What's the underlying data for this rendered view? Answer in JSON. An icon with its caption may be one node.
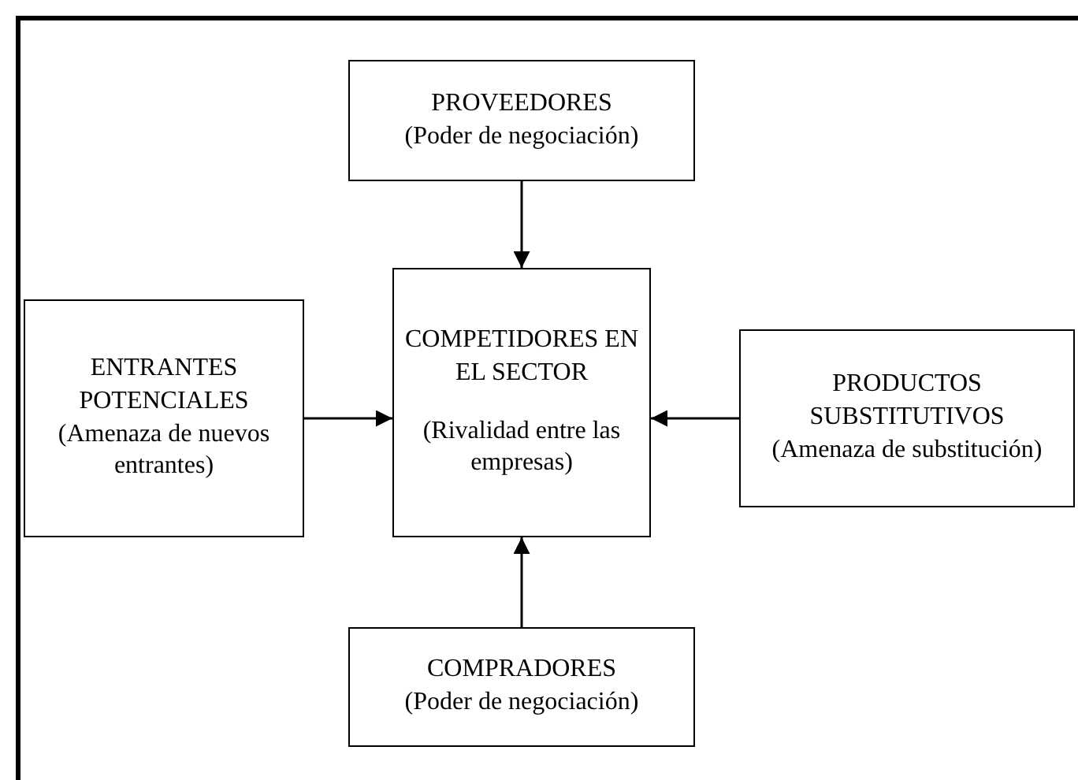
{
  "diagram": {
    "nodes": [
      {
        "text": [
          "PROVEEDORES",
          "(Poder de negociación)"
        ]
      },
      {
        "text": [
          "ENTRANTES POTENCIALES",
          "(Amenaza de nuevos entrantes)"
        ]
      },
      {
        "text": [
          "COMPETIDORES EN EL SECTOR",
          "(Rivalidad entre las empresas)"
        ]
      },
      {
        "text": [
          "PRODUCTOS SUBSTITUTIVOS",
          "(Amenaza de substitución)"
        ]
      },
      {
        "text": [
          "COMPRADORES",
          "(Poder de negociación)"
        ]
      }
    ],
    "edges": [
      {
        "from": 0,
        "to": 2,
        "arrow": "to"
      },
      {
        "from": 1,
        "to": 2,
        "arrow": "to"
      },
      {
        "from": 3,
        "to": 2,
        "arrow": "to"
      },
      {
        "from": 4,
        "to": 2,
        "arrow": "to"
      }
    ]
  }
}
